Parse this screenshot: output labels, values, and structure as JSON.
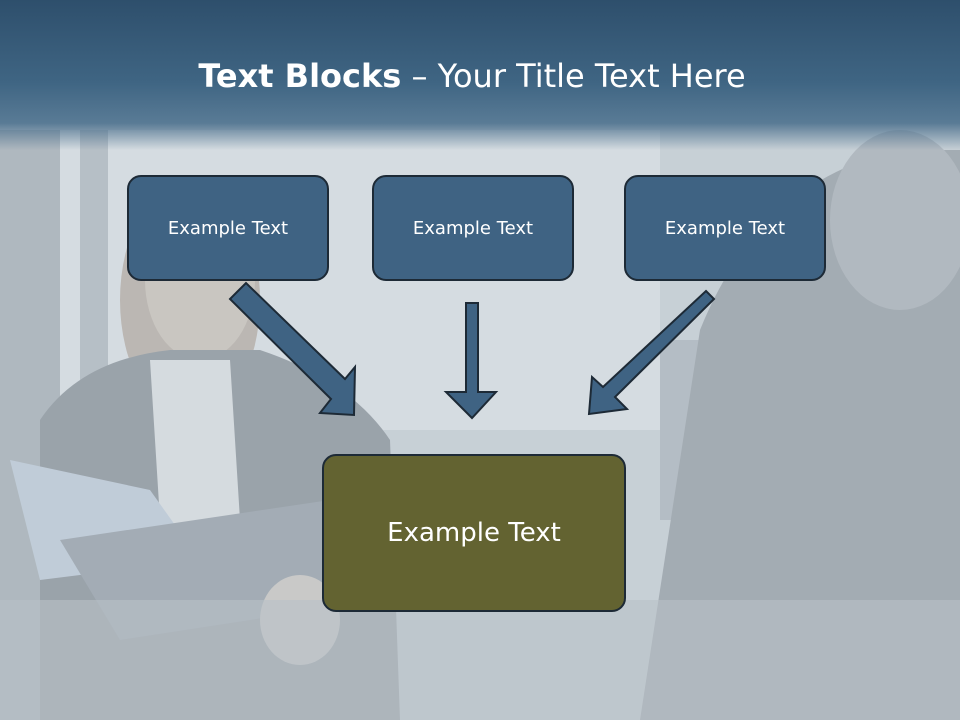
{
  "slide": {
    "title_bold": "Text Blocks",
    "title_separator": " – ",
    "title_rest": "Your Title Text Here",
    "boxes": [
      {
        "label": "Example Text"
      },
      {
        "label": "Example Text"
      },
      {
        "label": "Example Text"
      }
    ],
    "main_box": {
      "label": "Example Text"
    }
  },
  "colors": {
    "title_bar": "#3f6583",
    "box_fill": "#3f6383",
    "main_box_fill": "#636331",
    "outline": "#1d2a36",
    "text": "#ffffff"
  }
}
